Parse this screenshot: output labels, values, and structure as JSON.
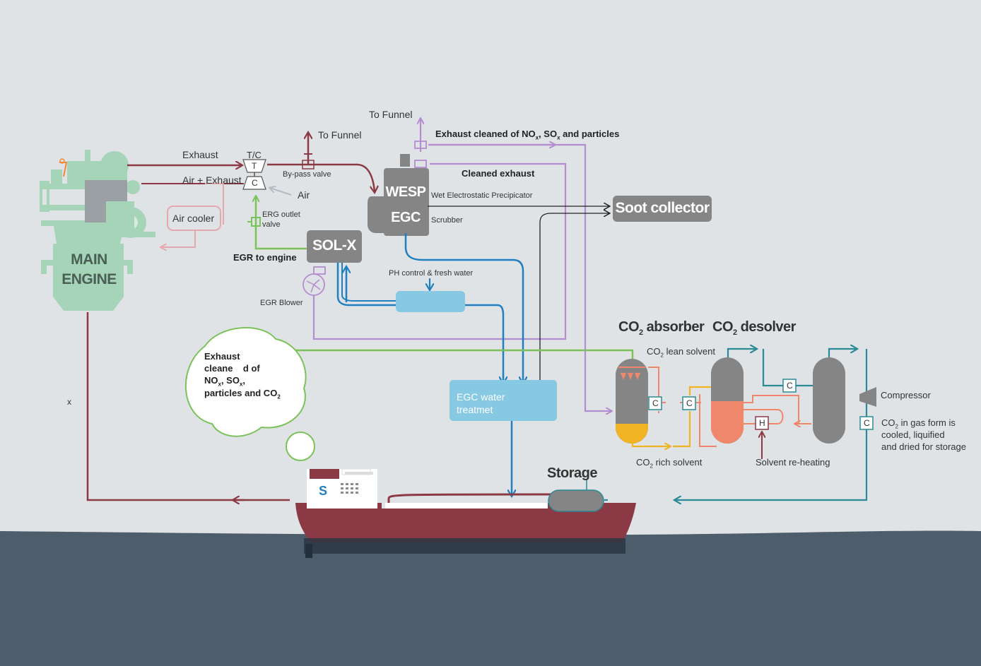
{
  "labels": {
    "exhaust": "Exhaust",
    "air_exhaust": "Air + Exhaust",
    "tc": "T/C",
    "t": "T",
    "c": "C",
    "air": "Air",
    "to_funnel_1": "To Funnel",
    "to_funnel_2": "To Funnel",
    "bypass_valve": "By-pass valve",
    "air_cooler": "Air cooler",
    "erg_outlet_valve_1": "ERG outlet",
    "erg_outlet_valve_2": "valve",
    "egr_to_engine": "EGR to engine",
    "sol_x": "SOL-X",
    "egr_blower": "EGR Blower",
    "ph_control": "PH control & fresh water",
    "wesp": "WESP",
    "egc": "EGC",
    "wet_electrostatic": "Wet Electrostatic Precipicator",
    "scrubber": "Scrubber",
    "exhaust_cleaned_prefix": "Exhaust cleaned of NO",
    "exhaust_cleaned_sub1": "x",
    "exhaust_cleaned_mid": ", SO",
    "exhaust_cleaned_sub2": "x",
    "exhaust_cleaned_suffix": " and particles",
    "cleaned_exhaust": "Cleaned exhaust",
    "soot_collector": "Soot collector",
    "main_engine_1": "MAIN",
    "main_engine_2": "ENGINE",
    "egc_water_1": "EGC water",
    "egc_water_2": "treatmet",
    "co2_absorber_prefix": "CO",
    "co2_absorber_sub": "2",
    "co2_absorber_suffix": " absorber",
    "co2_desolver_prefix": "CO",
    "co2_desolver_sub": "2",
    "co2_desolver_suffix": " desolver",
    "co2_lean_prefix": "CO",
    "co2_lean_sub": "2",
    "co2_lean_suffix": " lean solvent",
    "co2_rich_prefix": "CO",
    "co2_rich_sub": "2",
    "co2_rich_suffix": " rich solvent",
    "solvent_reheating": "Solvent re-heating",
    "compressor": "Compressor",
    "co2_gas_1_prefix": "CO",
    "co2_gas_1_sub": "2",
    "co2_gas_1_suffix": " in gas form is",
    "co2_gas_2": "cooled, liquified",
    "co2_gas_3": "and dried for storage",
    "storage": "Storage",
    "x_mark": "x",
    "box_c": "C",
    "box_h": "H",
    "bubble_1": "Exhaust",
    "bubble_2": "cleane    d of",
    "bubble_3_prefix": "NO",
    "bubble_3_sub1": "x",
    "bubble_3_mid": ", SO",
    "bubble_3_sub2": "x",
    "bubble_3_suffix": ",",
    "bubble_4_prefix": "particles and CO",
    "bubble_4_sub": "2",
    "ship_logo": "S"
  },
  "colors": {
    "background": "#e0e3e5",
    "sea": "#4e5d6c",
    "engine_green": "#a6d4b8",
    "exhaust_red": "#8b3a45",
    "egr_green": "#7cc25a",
    "clean_purple": "#b48cd0",
    "water_blue": "#1f7fc0",
    "co2_teal": "#2a8a96",
    "solvent_orange": "#f0876a",
    "solvent_yellow": "#f0b323",
    "equipment_gray": "#858585",
    "light_blue": "#87c8e3",
    "ship_hull": "#8b3a45"
  }
}
